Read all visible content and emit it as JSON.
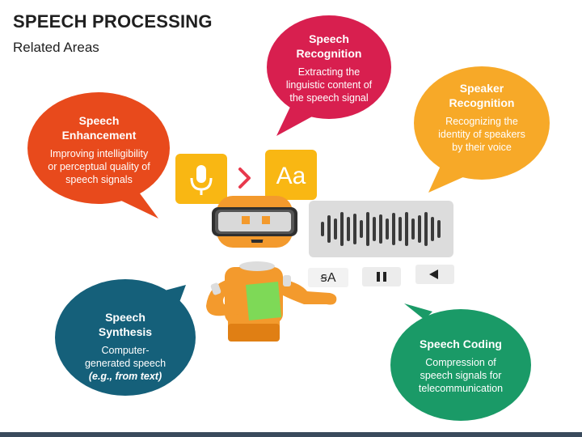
{
  "header": {
    "title": "SPEECH PROCESSING",
    "subtitle": "Related Areas"
  },
  "bubbles": {
    "recognition": {
      "title_line1": "Speech",
      "title_line2": "Recognition",
      "desc": [
        "Extracting the",
        "linguistic content of",
        "the speech signal"
      ],
      "color": "#d81f4f"
    },
    "speaker": {
      "title_line1": "Speaker",
      "title_line2": "Recognition",
      "desc": [
        "Recognizing the",
        "identity of speakers",
        "by their voice"
      ],
      "color": "#f7a928"
    },
    "enhancement": {
      "title_line1": "Speech",
      "title_line2": "Enhancement",
      "desc": [
        "Improving intelligibility",
        "or perceptual quality of",
        "speech signals"
      ],
      "color": "#e84a1c"
    },
    "synthesis": {
      "title_line1": "Speech",
      "title_line2": "Synthesis",
      "desc": [
        "Computer-",
        "generated speech",
        "(e.g., from text)"
      ],
      "color": "#15607a"
    },
    "coding": {
      "title": "Speech Coding",
      "desc": [
        "Compression of",
        "speech signals for",
        "telecommunication"
      ],
      "color": "#1a9a67"
    }
  },
  "illustration": {
    "aa_label": "Aa",
    "arrow_glyph": "›",
    "translate_label": "ꞩA",
    "icons": [
      "microphone-icon",
      "chevron-right-icon",
      "text-aa-icon",
      "translate-icon",
      "pause-icon",
      "play-back-icon",
      "waveform-icon",
      "robot-icon"
    ],
    "accent_colors": {
      "yellow": "#f9b713",
      "orange": "#f39a2d",
      "green": "#7ed957",
      "gray": "#d9d9d9"
    }
  }
}
